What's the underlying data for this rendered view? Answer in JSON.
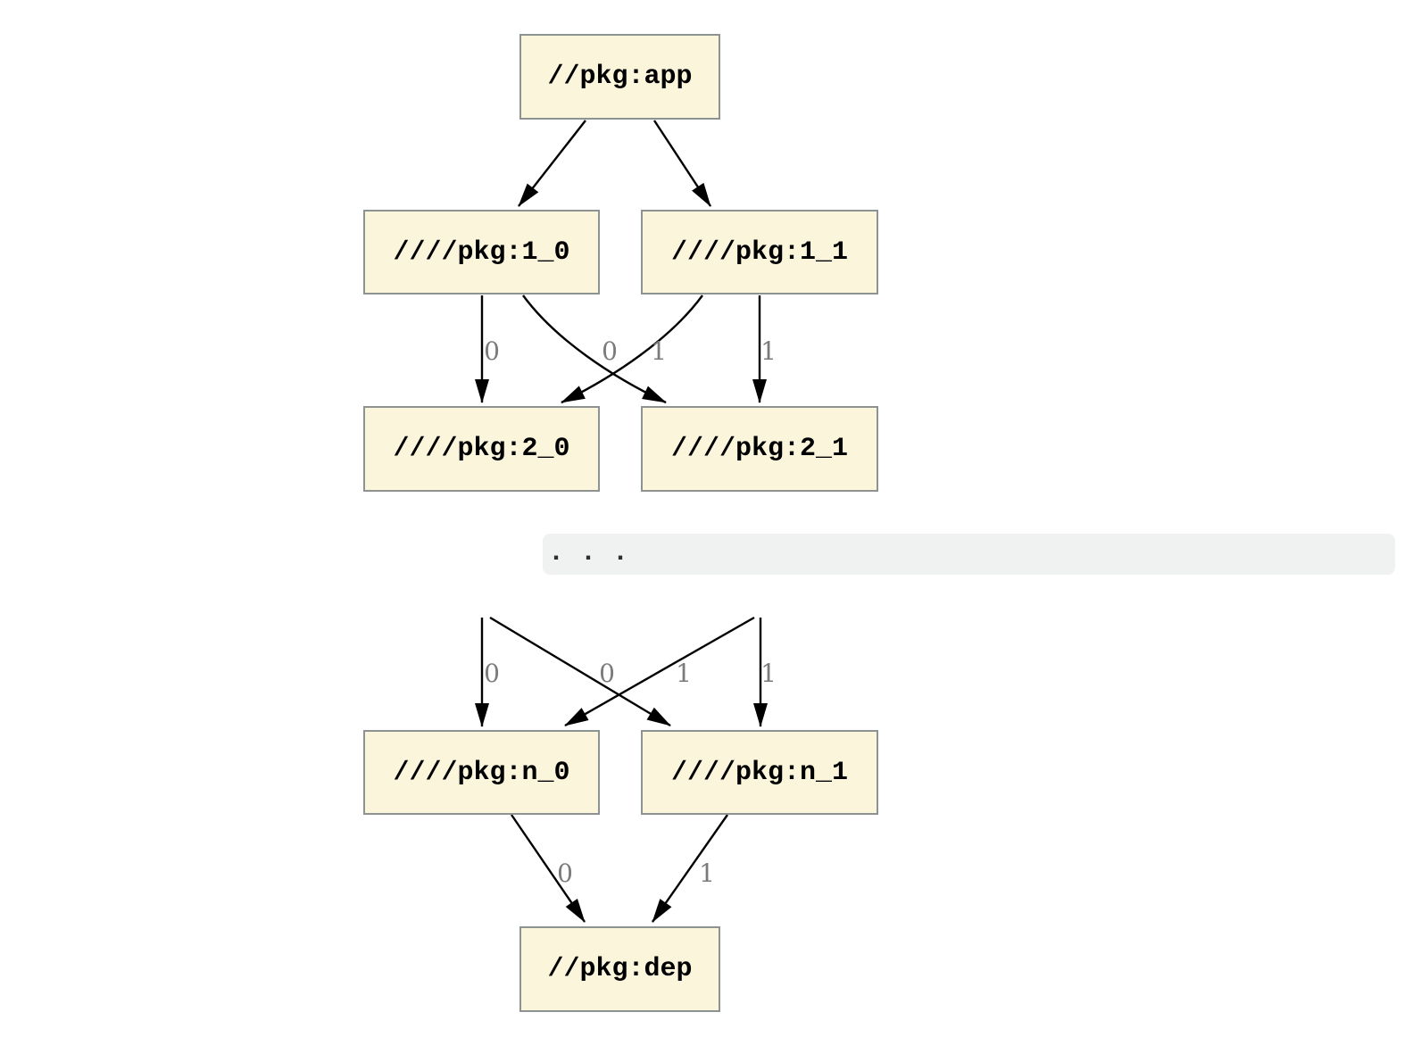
{
  "diagram": {
    "nodes": {
      "app": {
        "label": "//pkg:app"
      },
      "l1_0": {
        "label": "////pkg:1_0"
      },
      "l1_1": {
        "label": "////pkg:1_1"
      },
      "l2_0": {
        "label": "////pkg:2_0"
      },
      "l2_1": {
        "label": "////pkg:2_1"
      },
      "ln_0": {
        "label": "////pkg:n_0"
      },
      "ln_1": {
        "label": "////pkg:n_1"
      },
      "dep": {
        "label": "//pkg:dep"
      }
    },
    "ellipsis": ". . .",
    "edge_labels": {
      "level1_to_level2": [
        "0",
        "0",
        "1",
        "1"
      ],
      "dots_to_leveln": [
        "0",
        "0",
        "1",
        "1"
      ],
      "leveln_to_dep": [
        "0",
        "1"
      ]
    },
    "colors": {
      "background": "#ffffff",
      "node_fill": "#fbf5dc",
      "node_border": "#8d9392",
      "node_text": "#000000",
      "edge": "#000000",
      "edge_label": "#7b7b7b",
      "band_bg": "#f0f1f1",
      "ellipsis_text": "#2e2e2e"
    }
  }
}
